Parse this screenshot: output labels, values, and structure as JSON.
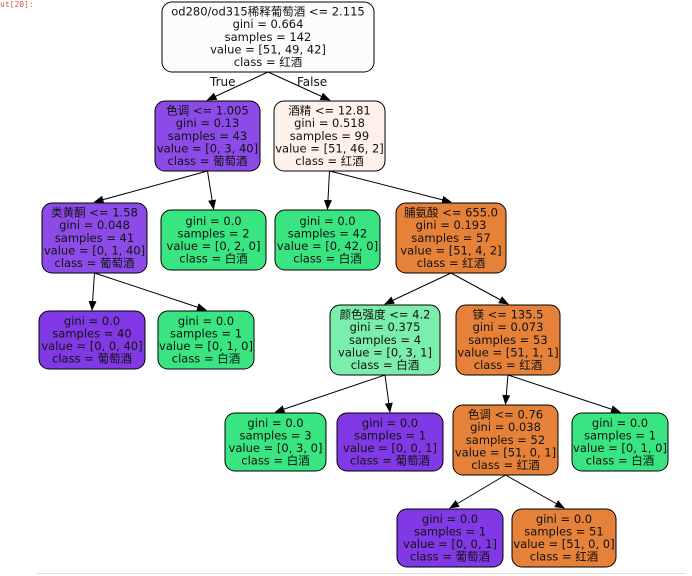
{
  "cell_label": "ut[20]:",
  "colors": {
    "grape_dark": "#8139e5",
    "grape_light": "#8c4be7",
    "white_wine": "#39e581",
    "white_wine_light": "#7beeab",
    "red_wine": "#e58139",
    "red_wine_faint": "#fdf1ea",
    "root": "#fdfcfb",
    "edge": "#000000"
  },
  "edge_labels": {
    "true": "True",
    "false": "False"
  },
  "nodes": [
    {
      "id": "n0",
      "fill": "root",
      "lines": [
        "od280/od315稀释葡萄酒 <= 2.115",
        "gini = 0.664",
        "samples = 142",
        "value = [51, 49, 42]",
        "class = 红酒"
      ]
    },
    {
      "id": "n1",
      "fill": "grape_light",
      "lines": [
        "色调 <= 1.005",
        "gini = 0.13",
        "samples = 43",
        "value = [0, 3, 40]",
        "class = 葡萄酒"
      ]
    },
    {
      "id": "n2",
      "fill": "red_wine_faint",
      "lines": [
        "酒精 <= 12.81",
        "gini = 0.518",
        "samples = 99",
        "value = [51, 46, 2]",
        "class = 红酒"
      ]
    },
    {
      "id": "n3",
      "fill": "grape_light",
      "lines": [
        "类黄酮 <= 1.58",
        "gini = 0.048",
        "samples = 41",
        "value = [0, 1, 40]",
        "class = 葡萄酒"
      ]
    },
    {
      "id": "n4",
      "fill": "white_wine",
      "lines": [
        "gini = 0.0",
        "samples = 2",
        "value = [0, 2, 0]",
        "class = 白酒"
      ]
    },
    {
      "id": "n5",
      "fill": "white_wine",
      "lines": [
        "gini = 0.0",
        "samples = 42",
        "value = [0, 42, 0]",
        "class = 白酒"
      ]
    },
    {
      "id": "n6",
      "fill": "red_wine",
      "lines": [
        "脯氨酸 <= 655.0",
        "gini = 0.193",
        "samples = 57",
        "value = [51, 4, 2]",
        "class = 红酒"
      ]
    },
    {
      "id": "n7",
      "fill": "grape_dark",
      "lines": [
        "gini = 0.0",
        "samples = 40",
        "value = [0, 0, 40]",
        "class = 葡萄酒"
      ]
    },
    {
      "id": "n8",
      "fill": "white_wine",
      "lines": [
        "gini = 0.0",
        "samples = 1",
        "value = [0, 1, 0]",
        "class = 白酒"
      ]
    },
    {
      "id": "n9",
      "fill": "white_wine_light",
      "lines": [
        "颜色强度 <= 4.2",
        "gini = 0.375",
        "samples = 4",
        "value = [0, 3, 1]",
        "class = 白酒"
      ]
    },
    {
      "id": "n10",
      "fill": "red_wine",
      "lines": [
        "镁 <= 135.5",
        "gini = 0.073",
        "samples = 53",
        "value = [51, 1, 1]",
        "class = 红酒"
      ]
    },
    {
      "id": "n11",
      "fill": "white_wine",
      "lines": [
        "gini = 0.0",
        "samples = 3",
        "value = [0, 3, 0]",
        "class = 白酒"
      ]
    },
    {
      "id": "n12",
      "fill": "grape_dark",
      "lines": [
        "gini = 0.0",
        "samples = 1",
        "value = [0, 0, 1]",
        "class = 葡萄酒"
      ]
    },
    {
      "id": "n13",
      "fill": "red_wine",
      "lines": [
        "色调 <= 0.76",
        "gini = 0.038",
        "samples = 52",
        "value = [51, 0, 1]",
        "class = 红酒"
      ]
    },
    {
      "id": "n14",
      "fill": "white_wine",
      "lines": [
        "gini = 0.0",
        "samples = 1",
        "value = [0, 1, 0]",
        "class = 白酒"
      ]
    },
    {
      "id": "n15",
      "fill": "grape_dark",
      "lines": [
        "gini = 0.0",
        "samples = 1",
        "value = [0, 0, 1]",
        "class = 葡萄酒"
      ]
    },
    {
      "id": "n16",
      "fill": "red_wine",
      "lines": [
        "gini = 0.0",
        "samples = 51",
        "value = [51, 0, 0]",
        "class = 红酒"
      ]
    }
  ],
  "edges": [
    {
      "from": "n0",
      "to": "n1"
    },
    {
      "from": "n0",
      "to": "n2"
    },
    {
      "from": "n1",
      "to": "n3"
    },
    {
      "from": "n1",
      "to": "n4"
    },
    {
      "from": "n2",
      "to": "n5"
    },
    {
      "from": "n2",
      "to": "n6"
    },
    {
      "from": "n3",
      "to": "n7"
    },
    {
      "from": "n3",
      "to": "n8"
    },
    {
      "from": "n6",
      "to": "n9"
    },
    {
      "from": "n6",
      "to": "n10"
    },
    {
      "from": "n9",
      "to": "n11"
    },
    {
      "from": "n9",
      "to": "n12"
    },
    {
      "from": "n10",
      "to": "n13"
    },
    {
      "from": "n10",
      "to": "n14"
    },
    {
      "from": "n13",
      "to": "n15"
    },
    {
      "from": "n13",
      "to": "n16"
    }
  ]
}
